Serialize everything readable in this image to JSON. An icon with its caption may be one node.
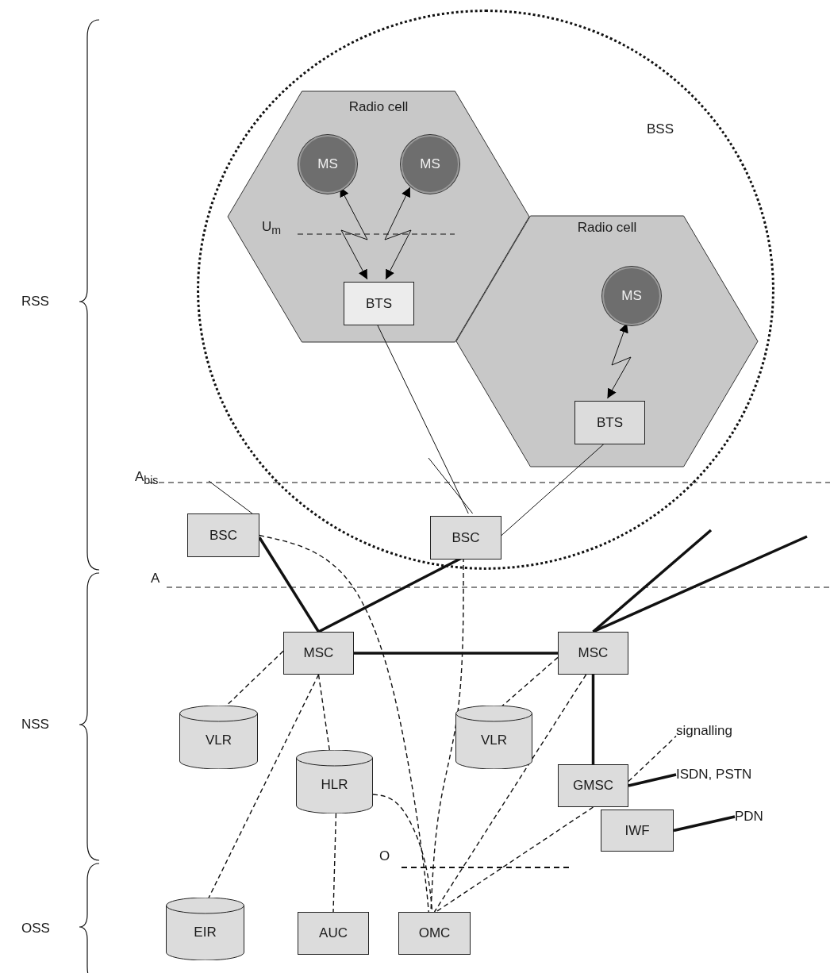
{
  "diagram": {
    "nodes": [
      {
        "text": [
          "BSS"
        ]
      },
      {
        "text": [
          "Radio cell"
        ],
        "in": 0
      },
      {
        "text": [
          "MS"
        ],
        "in": 1
      },
      {
        "text": [
          "MS"
        ],
        "in": 1
      },
      {
        "text": [
          "BTS"
        ],
        "in": 1
      },
      {
        "text": [
          "Radio cell"
        ],
        "in": 0
      },
      {
        "text": [
          "MS"
        ],
        "in": 5
      },
      {
        "text": [
          "BTS"
        ],
        "in": 5
      },
      {
        "text": [
          "BSC"
        ]
      },
      {
        "text": [
          "BSC"
        ],
        "in": 0
      },
      {
        "text": [
          "MSC"
        ]
      },
      {
        "text": [
          "MSC"
        ]
      },
      {
        "text": [
          "VLR"
        ]
      },
      {
        "text": [
          "VLR"
        ]
      },
      {
        "text": [
          "HLR"
        ]
      },
      {
        "text": [
          "GMSC"
        ]
      },
      {
        "text": [
          "IWF"
        ]
      },
      {
        "text": [
          "EIR"
        ]
      },
      {
        "text": [
          "AUC"
        ]
      },
      {
        "text": [
          "OMC"
        ]
      },
      {
        "text": [
          "signalling"
        ]
      },
      {
        "text": [
          "ISDN, PSTN"
        ]
      },
      {
        "text": [
          "PDN"
        ]
      }
    ],
    "edges": [
      {
        "from": 2,
        "to": 4,
        "arrow": "both"
      },
      {
        "from": 3,
        "to": 4,
        "arrow": "both"
      },
      {
        "from": 6,
        "to": 7,
        "arrow": "both"
      },
      {
        "from": 4,
        "to": 9,
        "arrow": "none"
      },
      {
        "from": 7,
        "to": 9,
        "arrow": "none"
      },
      {
        "from": null,
        "to": 9,
        "arrow": "none"
      },
      {
        "from": null,
        "to": 8,
        "arrow": "none"
      },
      {
        "from": 8,
        "to": 10,
        "arrow": "none",
        "style": "thick"
      },
      {
        "from": 9,
        "to": 10,
        "arrow": "none",
        "style": "thick"
      },
      {
        "from": 10,
        "to": 11,
        "arrow": "none",
        "style": "thick"
      },
      {
        "from": 11,
        "to": null,
        "arrow": "none",
        "style": "thick"
      },
      {
        "from": 11,
        "to": null,
        "arrow": "none",
        "style": "thick"
      },
      {
        "from": 11,
        "to": 15,
        "arrow": "none",
        "style": "thick"
      },
      {
        "from": 15,
        "to": 21,
        "arrow": "none",
        "style": "thick"
      },
      {
        "from": 16,
        "to": 22,
        "arrow": "none",
        "style": "thick"
      },
      {
        "from": 15,
        "to": 20,
        "arrow": "none",
        "style": "dashed"
      },
      {
        "from": 10,
        "to": 12,
        "arrow": "none",
        "style": "dashed"
      },
      {
        "from": 10,
        "to": 14,
        "arrow": "none",
        "style": "dashed"
      },
      {
        "from": 10,
        "to": 17,
        "arrow": "none",
        "style": "dashed"
      },
      {
        "from": 11,
        "to": 13,
        "arrow": "none",
        "style": "dashed"
      },
      {
        "from": 14,
        "to": 18,
        "arrow": "none",
        "style": "dashed"
      },
      {
        "from": 8,
        "to": 19,
        "arrow": "none",
        "style": "dashed"
      },
      {
        "from": 9,
        "to": 19,
        "arrow": "none",
        "style": "dashed"
      },
      {
        "from": 14,
        "to": 19,
        "arrow": "none",
        "style": "dashed"
      },
      {
        "from": 11,
        "to": 19,
        "arrow": "none",
        "style": "dashed"
      },
      {
        "from": 15,
        "to": 19,
        "arrow": "none",
        "style": "dashed"
      }
    ],
    "labels": [
      "RSS",
      "U$_{m}$",
      "A$_{bis}$",
      "A",
      "NSS",
      "O",
      "OSS"
    ]
  }
}
